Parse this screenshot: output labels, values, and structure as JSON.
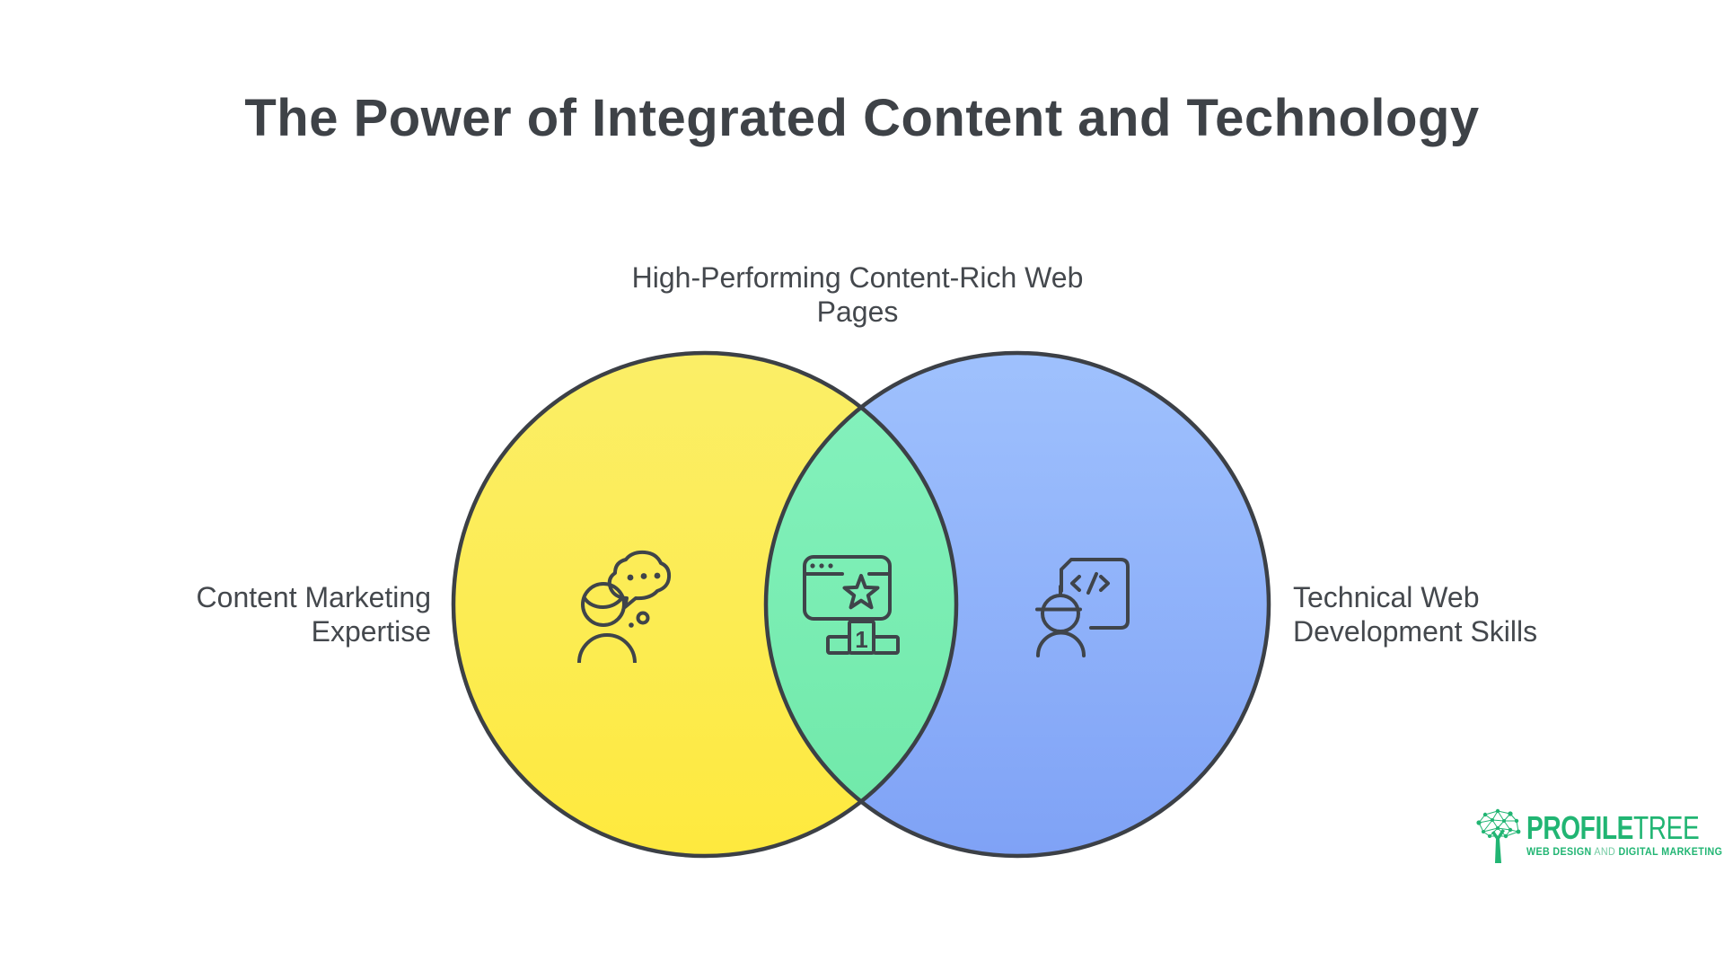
{
  "header": {
    "title": "The Power of Integrated Content and Technology",
    "title_color": "#3E4247"
  },
  "venn": {
    "top_label": "High-Performing Content-Rich Web Pages",
    "left_label": "Content Marketing Expertise",
    "right_label": "Technical Web Development Skills",
    "center_badge": "1",
    "label_color": "#44484D",
    "outline_color": "#3C4046",
    "left_circle": {
      "fill_top": "#FBEE67",
      "fill_bottom": "#FEE93E"
    },
    "right_circle": {
      "fill_top": "#9FC1FD",
      "fill_bottom": "#7FA2F6"
    },
    "overlap": {
      "fill_top": "#83F1BC",
      "fill_bottom": "#71E9AA"
    },
    "icons": {
      "left": "person-thought-bubble-icon",
      "center": "top-ranked-webpage-podium-icon",
      "right": "engineer-code-document-icon"
    }
  },
  "logo": {
    "icon": "network-tree-icon",
    "brand_bold": "PROFILE",
    "brand_light": "TREE",
    "tagline_web_design": "WEB DESIGN",
    "tagline_and": "AND",
    "tagline_digital_marketing": "DIGITAL MARKETING",
    "color": "#21B573"
  }
}
